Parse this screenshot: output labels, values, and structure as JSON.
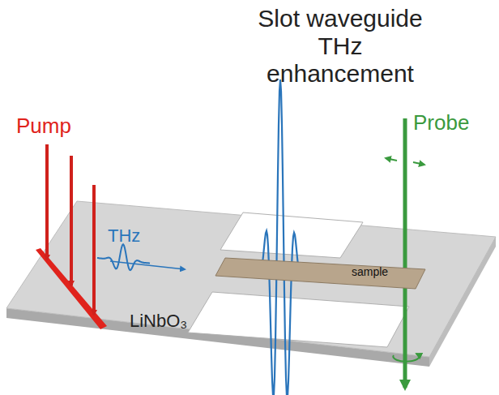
{
  "diagram": {
    "title": "Slot waveguide THz enhancement",
    "nodes": [
      {
        "text": [
          "sample"
        ]
      }
    ],
    "labels": [
      "Pump",
      "THz",
      "LiNbO₃",
      "Probe"
    ]
  }
}
